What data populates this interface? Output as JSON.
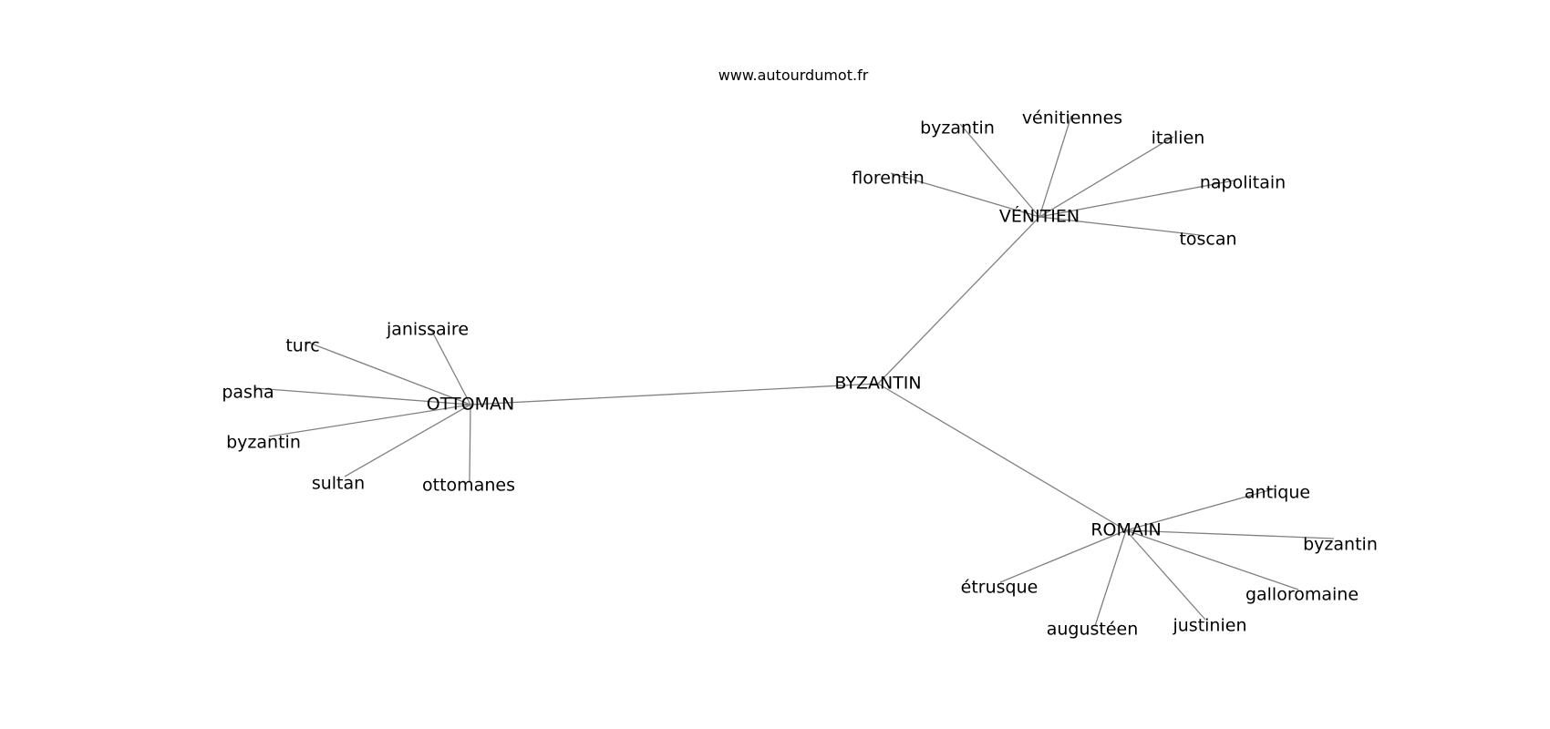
{
  "source": "www.autourdumot.fr",
  "edge_color": "#808080",
  "text_color": "#000000",
  "background": "#ffffff",
  "nodes": [
    {
      "id": "byzantin_center",
      "label": "BYZANTIN"
    },
    {
      "id": "venitien",
      "label": "VÉNITIEN"
    },
    {
      "id": "ottoman",
      "label": "OTTOMAN"
    },
    {
      "id": "romain",
      "label": "ROMAIN"
    },
    {
      "id": "v_byzantin",
      "label": "byzantin"
    },
    {
      "id": "v_venitiennes",
      "label": "vénitiennes"
    },
    {
      "id": "v_italien",
      "label": "italien"
    },
    {
      "id": "v_florentin",
      "label": "florentin"
    },
    {
      "id": "v_napolitain",
      "label": "napolitain"
    },
    {
      "id": "v_toscan",
      "label": "toscan"
    },
    {
      "id": "o_janissaire",
      "label": "janissaire"
    },
    {
      "id": "o_turc",
      "label": "turc"
    },
    {
      "id": "o_pasha",
      "label": "pasha"
    },
    {
      "id": "o_byzantin",
      "label": "byzantin"
    },
    {
      "id": "o_sultan",
      "label": "sultan"
    },
    {
      "id": "o_ottomanes",
      "label": "ottomanes"
    },
    {
      "id": "r_antique",
      "label": "antique"
    },
    {
      "id": "r_byzantin",
      "label": "byzantin"
    },
    {
      "id": "r_galloromaine",
      "label": "galloromaine"
    },
    {
      "id": "r_etrusque",
      "label": "étrusque"
    },
    {
      "id": "r_augusteen",
      "label": "augustéen"
    },
    {
      "id": "r_justinien",
      "label": "justinien"
    }
  ],
  "edges": [
    [
      "byzantin_center",
      "venitien"
    ],
    [
      "byzantin_center",
      "ottoman"
    ],
    [
      "byzantin_center",
      "romain"
    ],
    [
      "venitien",
      "v_byzantin"
    ],
    [
      "venitien",
      "v_venitiennes"
    ],
    [
      "venitien",
      "v_italien"
    ],
    [
      "venitien",
      "v_florentin"
    ],
    [
      "venitien",
      "v_napolitain"
    ],
    [
      "venitien",
      "v_toscan"
    ],
    [
      "ottoman",
      "o_janissaire"
    ],
    [
      "ottoman",
      "o_turc"
    ],
    [
      "ottoman",
      "o_pasha"
    ],
    [
      "ottoman",
      "o_byzantin"
    ],
    [
      "ottoman",
      "o_sultan"
    ],
    [
      "ottoman",
      "o_ottomanes"
    ],
    [
      "romain",
      "r_antique"
    ],
    [
      "romain",
      "r_byzantin"
    ],
    [
      "romain",
      "r_galloromaine"
    ],
    [
      "romain",
      "r_etrusque"
    ],
    [
      "romain",
      "r_augusteen"
    ],
    [
      "romain",
      "r_justinien"
    ]
  ]
}
